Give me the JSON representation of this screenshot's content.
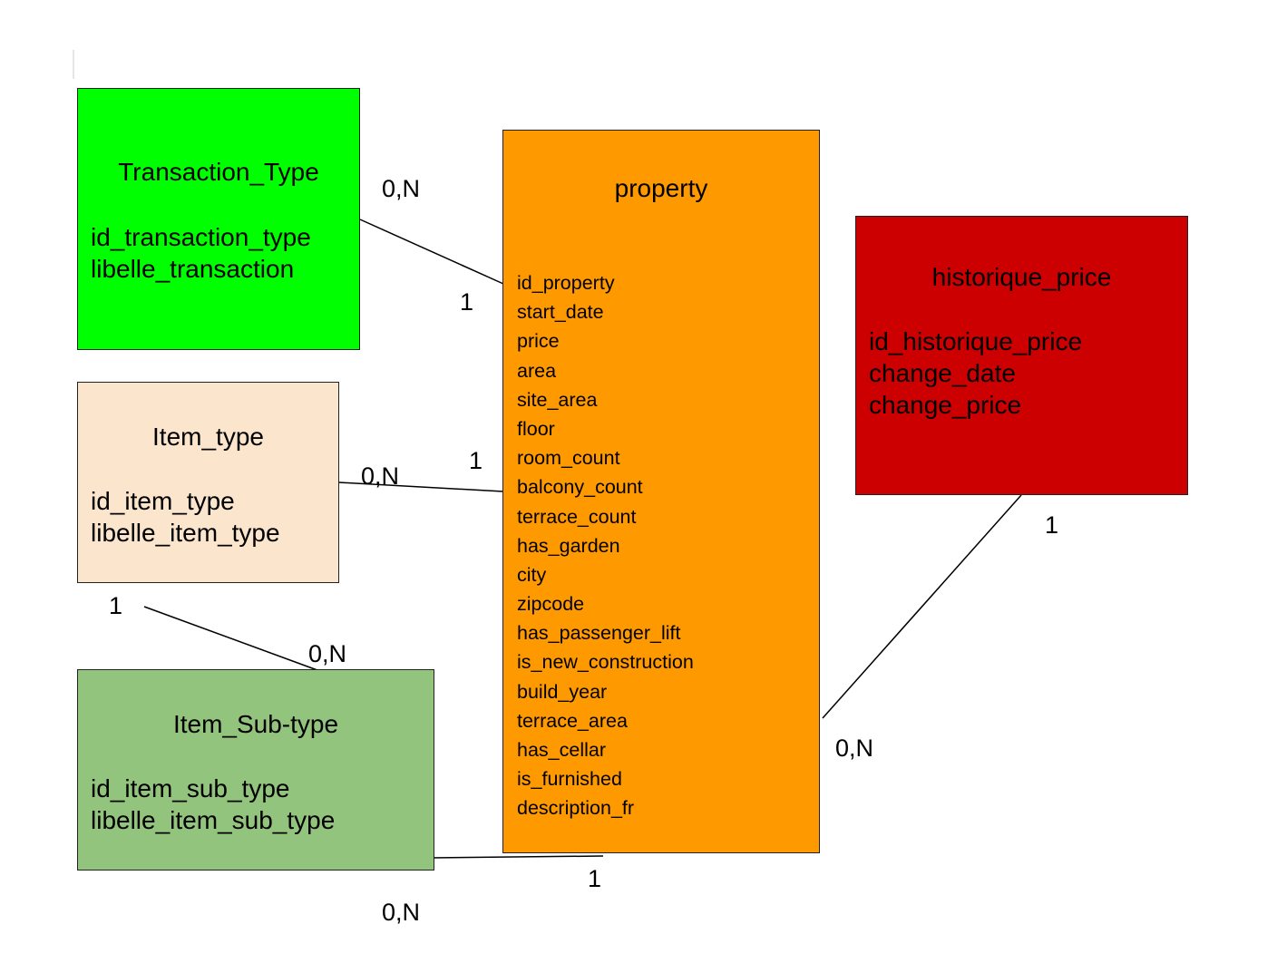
{
  "colors": {
    "transaction_type": "#00ff00",
    "item_type": "#fce5cd",
    "item_sub_type": "#93c47d",
    "property": "#ff9900",
    "historique_price": "#cc0000"
  },
  "entities": {
    "transaction_type": {
      "title": "Transaction_Type",
      "fields": [
        "id_transaction_type",
        "libelle_transaction"
      ]
    },
    "item_type": {
      "title": "Item_type",
      "fields": [
        "id_item_type",
        "libelle_item_type"
      ]
    },
    "item_sub_type": {
      "title": "Item_Sub-type",
      "fields": [
        "id_item_sub_type",
        "libelle_item_sub_type"
      ]
    },
    "property": {
      "title": "property",
      "fields": [
        "id_property",
        "start_date",
        "price",
        "area",
        "site_area",
        "floor",
        "room_count",
        "balcony_count",
        "terrace_count",
        "has_garden",
        "city",
        "zipcode",
        "has_passenger_lift",
        "is_new_construction",
        "build_year",
        "terrace_area",
        "has_cellar",
        "is_furnished",
        "description_fr"
      ]
    },
    "historique_price": {
      "title": "historique_price",
      "fields": [
        "id_historique_price",
        "change_date",
        "change_price"
      ]
    }
  },
  "cardinalities": {
    "transaction_side": "0,N",
    "property_transaction_side": "1",
    "item_type_side": "0,N",
    "property_item_type_side": "1",
    "item_type_subtype_side": "1",
    "subtype_item_type_side": "0,N",
    "subtype_property_side": "0,N",
    "property_subtype_side": "1",
    "historique_side": "1",
    "property_historique_side": "0,N"
  }
}
